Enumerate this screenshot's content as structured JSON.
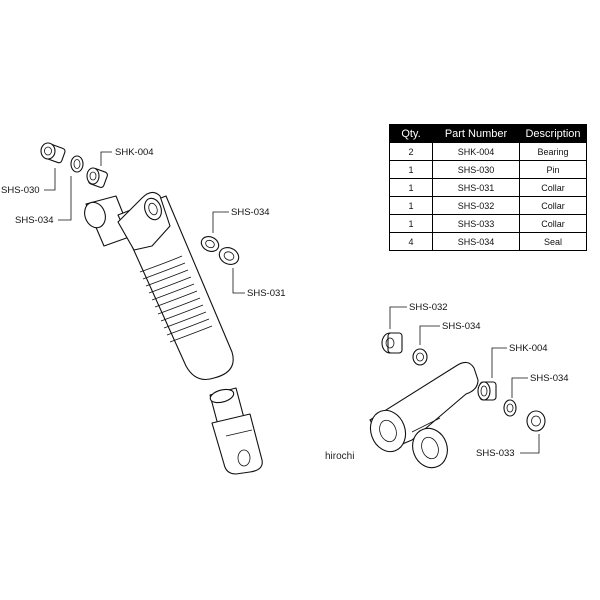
{
  "parts_table": {
    "headers": [
      "Qty.",
      "Part Number",
      "Description"
    ],
    "rows": [
      {
        "qty": "2",
        "part_number": "SHK-004",
        "description": "Bearing"
      },
      {
        "qty": "1",
        "part_number": "SHS-030",
        "description": "Pin"
      },
      {
        "qty": "1",
        "part_number": "SHS-031",
        "description": "Collar"
      },
      {
        "qty": "1",
        "part_number": "SHS-032",
        "description": "Collar"
      },
      {
        "qty": "1",
        "part_number": "SHS-033",
        "description": "Collar"
      },
      {
        "qty": "4",
        "part_number": "SHS-034",
        "description": "Seal"
      }
    ]
  },
  "callouts": {
    "shk_004_top": "SHK-004",
    "shs_030": "SHS-030",
    "shs_034_left": "SHS-034",
    "shs_034_mid": "SHS-034",
    "shs_031": "SHS-031",
    "shs_032": "SHS-032",
    "shs_034_link_top": "SHS-034",
    "shk_004_link": "SHK-004",
    "shs_034_link_right": "SHS-034",
    "shs_033": "SHS-033"
  },
  "watermark": "hirochi"
}
